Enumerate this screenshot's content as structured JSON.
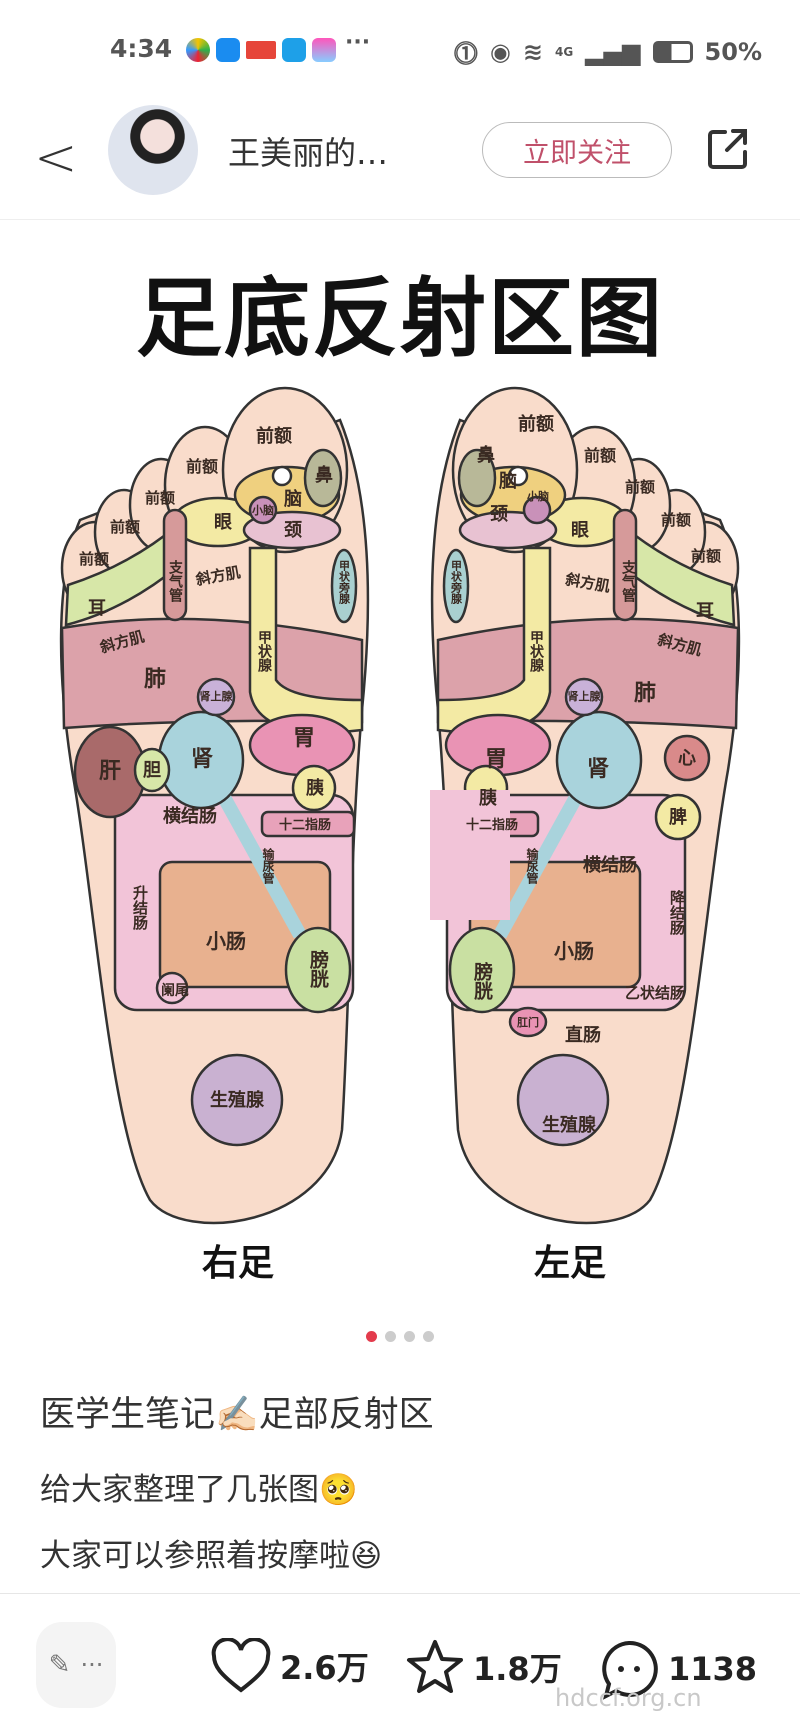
{
  "status_bar": {
    "time": "4:34",
    "more": "···",
    "battery": "50%",
    "network": "4G"
  },
  "header": {
    "author_name": "王美丽的…",
    "follow_label": "立即关注"
  },
  "diagram": {
    "title": "足底反射区图",
    "right_foot_caption": "右足",
    "left_foot_caption": "左足",
    "right_foot_labels": [
      "前额",
      "鼻",
      "脑",
      "小脑",
      "颈",
      "前额",
      "眼",
      "前额",
      "前额",
      "前额",
      "耳",
      "斜方肌",
      "支气管",
      "斜方肌",
      "甲状旁腺",
      "甲状腺",
      "肺",
      "肾上腺",
      "肝",
      "胆",
      "肾",
      "胃",
      "胰",
      "十二指肠",
      "横结肠",
      "输尿管",
      "升结肠",
      "小肠",
      "膀胱",
      "阑尾",
      "生殖腺"
    ],
    "left_foot_labels": [
      "前额",
      "鼻",
      "脑",
      "小脑",
      "颈",
      "前额",
      "眼",
      "前额",
      "前额",
      "前额",
      "耳",
      "斜方肌",
      "支气管",
      "斜方肌",
      "甲状旁腺",
      "甲状腺",
      "肺",
      "肾上腺",
      "胃",
      "肾",
      "心",
      "胰",
      "脾",
      "十二指肠",
      "横结肠",
      "输尿管",
      "降结肠",
      "小肠",
      "膀胱",
      "肛门",
      "乙状结肠",
      "直肠",
      "生殖腺"
    ],
    "colors": {
      "skin": "#f9dccb",
      "lung": "#dca2aa",
      "kidney": "#a9d3dc",
      "thyroid": "#f3eaa4",
      "liver": "#a96a6a",
      "stomach": "#e993b4",
      "colon": "#f2c4d8",
      "small_intestine": "#e8b18f",
      "bladder": "#c9e0a2",
      "genital": "#c9b1d1",
      "ear": "#d7e7a8"
    }
  },
  "carousel": {
    "pages": 4,
    "current": 1,
    "active_color": "#e33b4c"
  },
  "post": {
    "title": "医学生笔记✍🏻足部反射区",
    "lines": [
      "给大家整理了几张图🥺",
      "大家可以参照着按摩啦😆"
    ]
  },
  "actions": {
    "edit_more": "···",
    "likes": "2.6万",
    "favorites": "1.8万",
    "comments": "1138"
  },
  "watermark": "hdccf.org.cn"
}
